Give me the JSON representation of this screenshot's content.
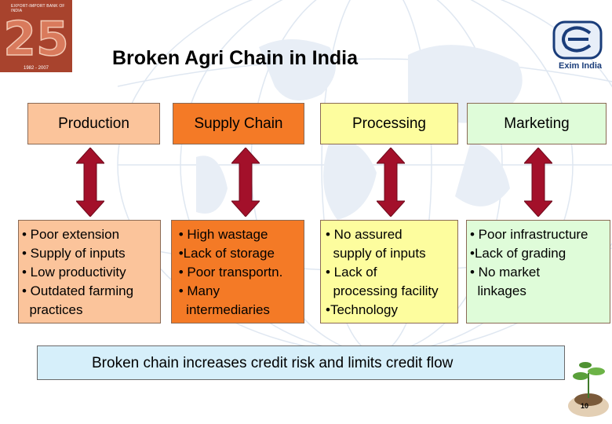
{
  "logo": {
    "header_text": "EXPORT-IMPORT BANK OF INDIA",
    "number": "25",
    "years": "1982 - 2007"
  },
  "title": "Broken Agri Chain in India",
  "brand": {
    "name": "Exim India"
  },
  "stages": [
    {
      "label": "Production",
      "details": "• Poor extension\n• Supply of inputs\n• Low productivity\n• Outdated farming\n  practices"
    },
    {
      "label": "Supply Chain",
      "details": " • High wastage\n •Lack of storage\n • Poor transportn.\n • Many\n   intermediaries"
    },
    {
      "label": "Processing",
      "details": "• No assured\n  supply of inputs\n• Lack of\n  processing facility\n•Technology"
    },
    {
      "label": "Marketing",
      "details": "• Poor infrastructure\n•Lack of grading\n• No market\n  linkages"
    }
  ],
  "banner": "Broken chain increases credit risk and limits credit flow",
  "page_number": "10",
  "colors": {
    "production": "#fbc49b",
    "supply_chain": "#f47a26",
    "processing": "#fdfd9e",
    "marketing": "#dffcd9",
    "arrow": "#a3102a",
    "banner": "#d6effa"
  }
}
